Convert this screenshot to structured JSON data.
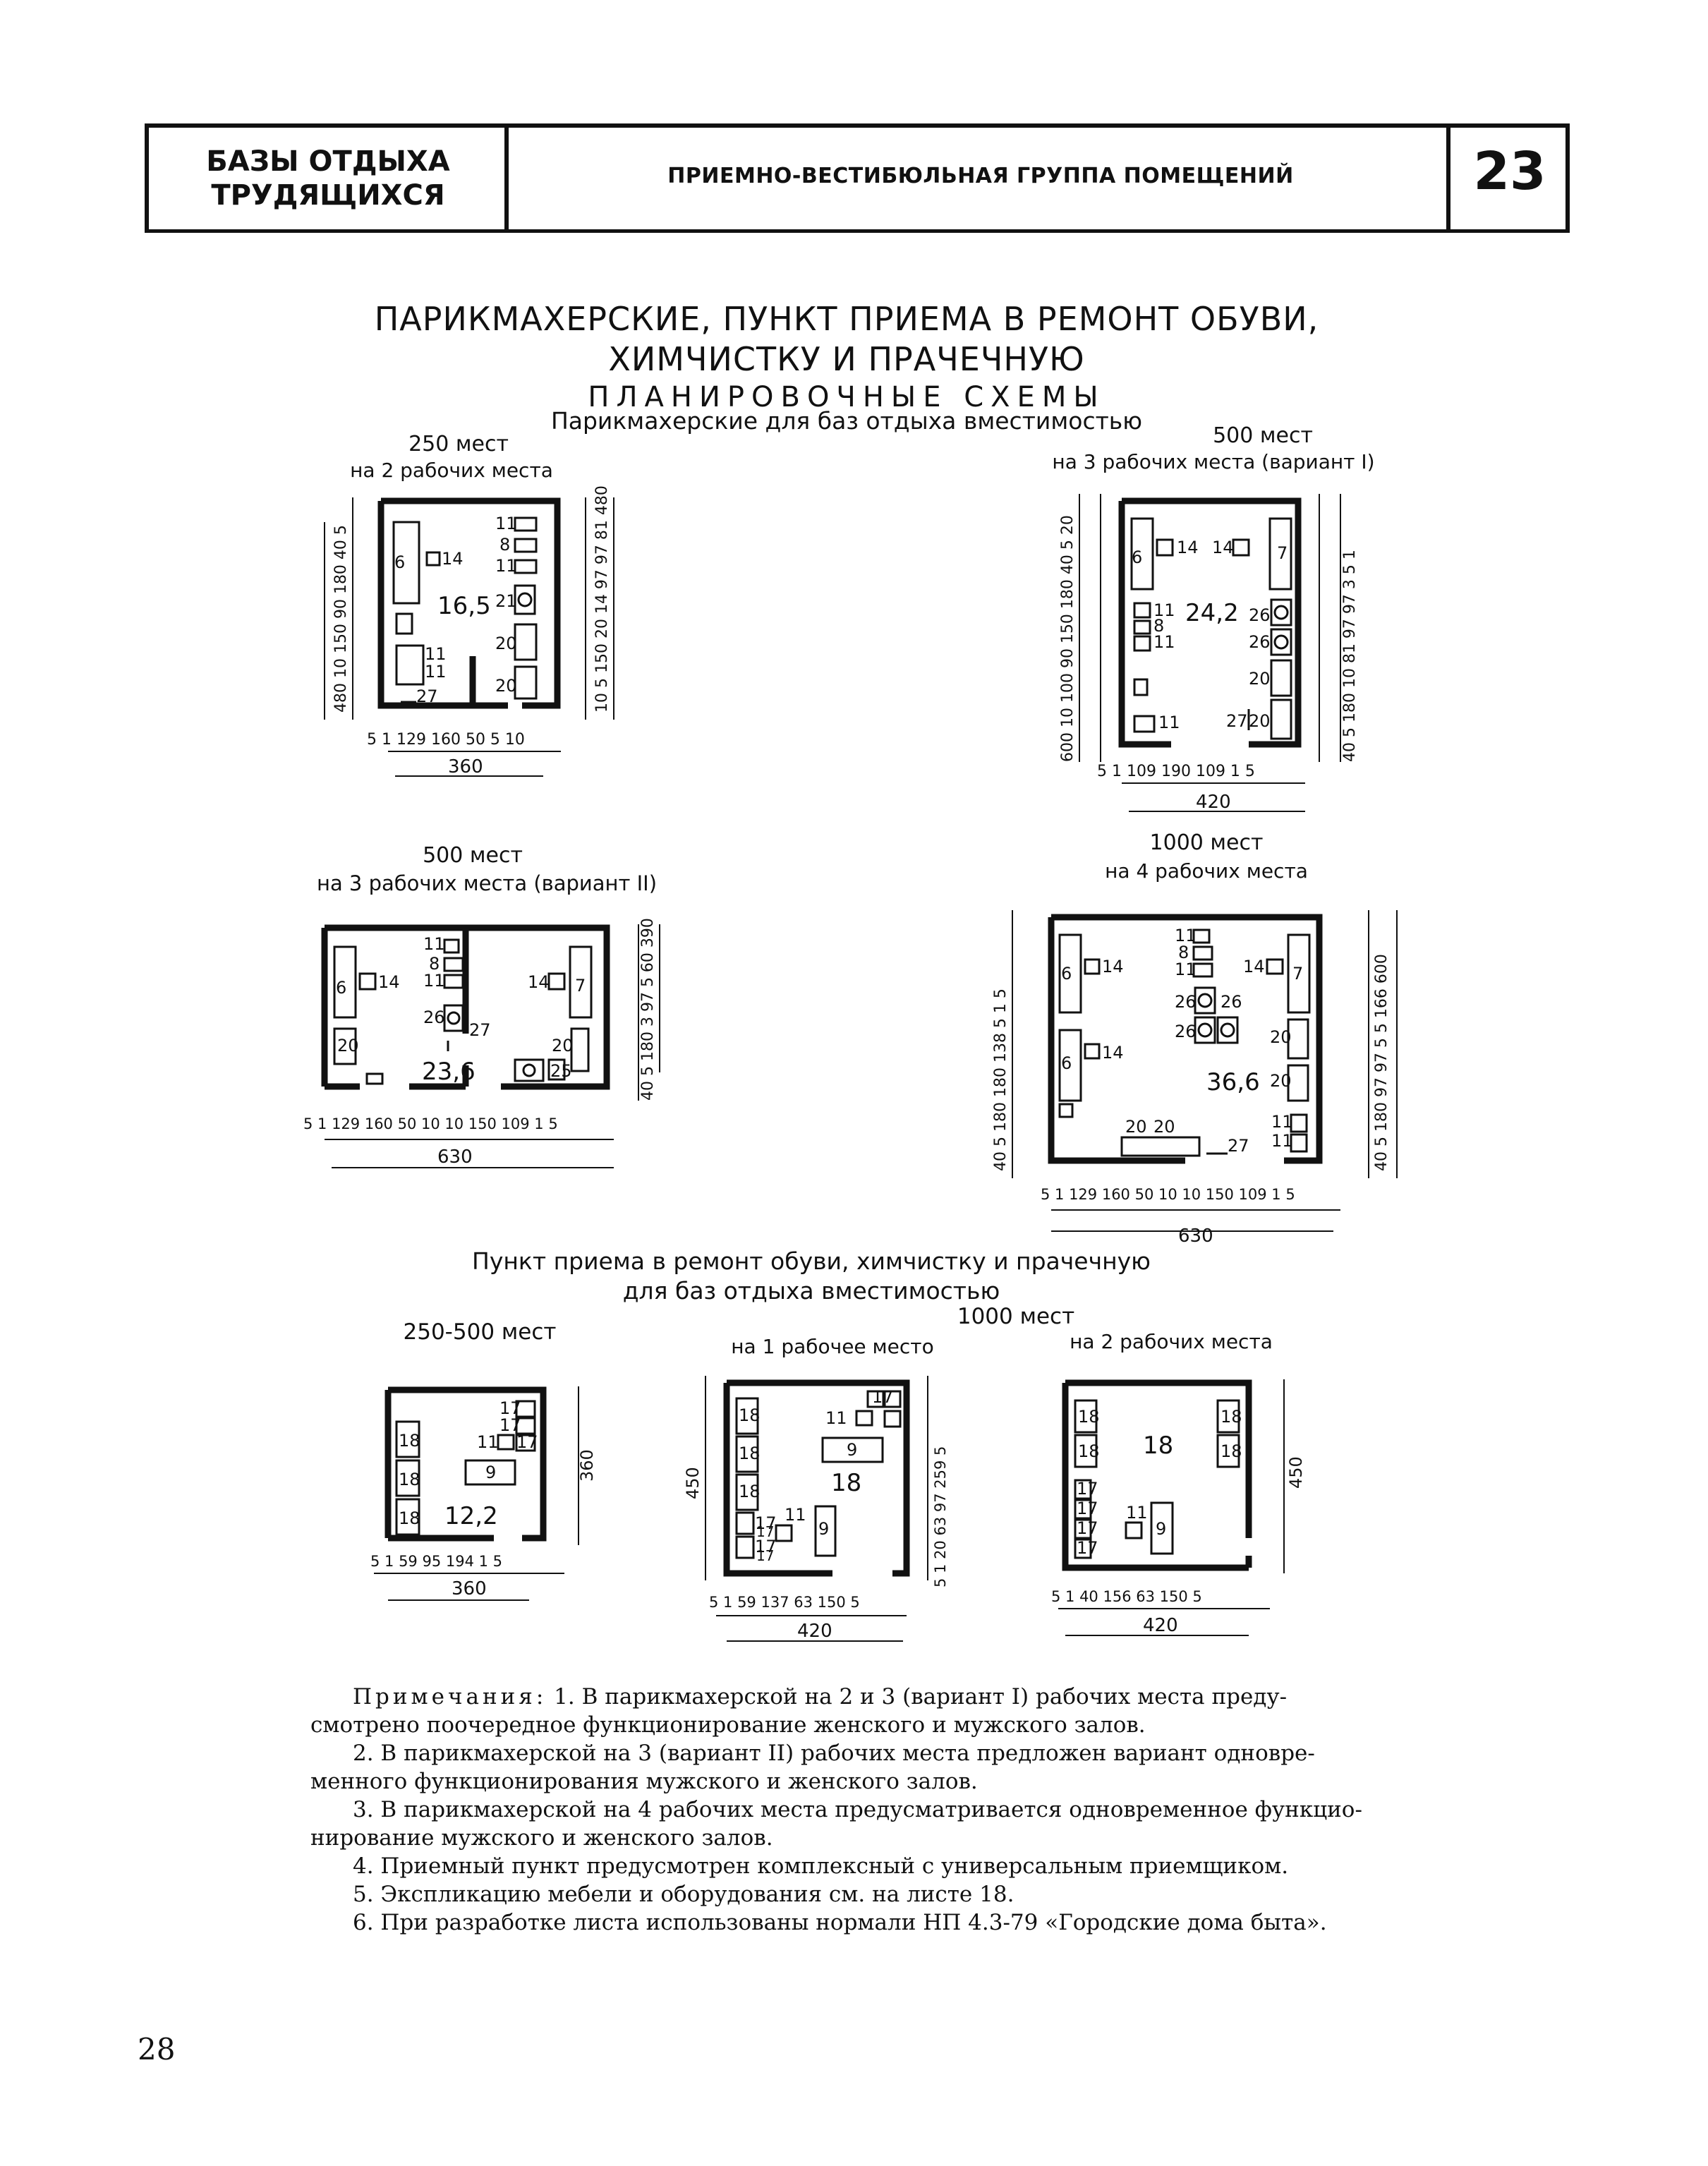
{
  "header": {
    "section_line1": "БАЗЫ ОТДЫХА",
    "section_line2": "ТРУДЯЩИХСЯ",
    "group": "ПРИЕМНО-ВЕСТИБЮЛЬНАЯ ГРУППА ПОМЕЩЕНИЙ",
    "sheet_number": "23"
  },
  "title": {
    "line1": "ПАРИКМАХЕРСКИЕ, ПУНКТ ПРИЕМА В РЕМОНТ ОБУВИ,",
    "line2": "ХИМЧИСТКУ И ПРАЧЕЧНУЮ",
    "subtitle": "ПЛАНИРОВОЧНЫЕ СХЕМЫ",
    "barbers_caption": "Парикмахерские для баз отдыха вместимостью"
  },
  "plans": {
    "p250": {
      "capacity": "250 мест",
      "workplaces": "на 2 рабочих места",
      "area": "16,5",
      "labels": [
        "6",
        "14",
        "11",
        "8",
        "11",
        "21",
        "20",
        "20",
        "11",
        "11",
        "27"
      ],
      "dims_bottom": "5 1 129 160 50 5 10",
      "total_w": "360",
      "dims_left": "480 10 150 90 180 40 5",
      "dims_right": "10 5 150 20 14 97 97 81 480"
    },
    "p500a": {
      "capacity": "500 мест",
      "workplaces": "на 3 рабочих места (вариант I)",
      "area": "24,2",
      "labels": [
        "6",
        "14",
        "14",
        "7",
        "11",
        "8",
        "11",
        "26",
        "26",
        "20",
        "20",
        "27",
        "11"
      ],
      "dims_bottom": "5 1 109 190 109 1 5",
      "total_w": "420",
      "dims_left": "600 10 100 90 150 180 40 5 20",
      "dims_right": "40 5 180 10 81 97 97 3 5 1"
    },
    "p500b": {
      "capacity": "500 мест",
      "workplaces": "на 3 рабочих места (вариант II)",
      "area": "23,6",
      "labels": [
        "6",
        "14",
        "11",
        "8",
        "11",
        "14",
        "7",
        "26",
        "27",
        "20",
        "20",
        "25"
      ],
      "dims_bottom": "5 1 129 160 50 10 10 150 109 1 5",
      "total_w": "630",
      "dims_right": "40 5 180 3 97 5 60 390"
    },
    "p1000": {
      "capacity": "1000 мест",
      "workplaces": "на 4 рабочих места",
      "area": "36,6",
      "labels": [
        "6",
        "14",
        "11",
        "8",
        "11",
        "14",
        "7",
        "26",
        "26",
        "26",
        "6",
        "14",
        "20",
        "20",
        "20",
        "20",
        "11",
        "11",
        "27"
      ],
      "dims_bottom": "5 1 129 160 50 10 10 150 109 1 5",
      "total_w": "630",
      "dims_left": "40 5 180 180 138 5 1 5",
      "dims_right": "40 5 180 97 97 5 5 166 600"
    }
  },
  "repair": {
    "caption_line1": "Пункт приема в ремонт обуви, химчистку и прачечную",
    "caption_line2": "для баз отдыха вместимостью",
    "cap_a": "250-500 мест",
    "cap_group": "1000 мест",
    "cap_b": "на 1 рабочее место",
    "cap_c": "на 2 рабочих места",
    "r1": {
      "area": "12,2",
      "labels": [
        "18",
        "18",
        "18",
        "17",
        "17",
        "11",
        "17",
        "9"
      ],
      "dims_bottom": "5 1 59 95 194 1 5",
      "total_w": "360",
      "dims_right": "360"
    },
    "r2": {
      "area": "18",
      "labels": [
        "18",
        "18",
        "18",
        "17",
        "17",
        "11",
        "17",
        "9",
        "11",
        "9",
        "17",
        "17"
      ],
      "dims_bottom": "5 1 59 137 63 150 5",
      "total_w": "420",
      "dims_left": "450",
      "dims_right": "5 1 20 63 97 259 5"
    },
    "r3": {
      "area": "18",
      "labels": [
        "18",
        "18",
        "18",
        "18",
        "17",
        "17",
        "17",
        "17",
        "11",
        "9"
      ],
      "dims_bottom": "5 1 40 156 63 150 5",
      "total_w": "420",
      "dims_right": "450"
    }
  },
  "notes": {
    "heading": "Примечания:",
    "n1a": "1. В парикмахерской на 2 и 3 (вариант I) рабочих места преду-",
    "n1b": "смотрено поочередное функционирование женского и мужского залов.",
    "n2a": "2. В парикмахерской на 3 (вариант II) рабочих места предложен вариант одновре-",
    "n2b": "менного функционирования мужского и женского залов.",
    "n3a": "3. В парикмахерской на 4 рабочих места предусматривается одновременное функцио-",
    "n3b": "нирование мужского и женского залов.",
    "n4": "4. Приемный пункт предусмотрен комплексный с универсальным приемщиком.",
    "n5": "5. Экспликацию мебели и оборудования см. на листе 18.",
    "n6": "6. При разработке листа использованы нормали НП 4.3-79 «Городские дома быта»."
  },
  "page_number": "28"
}
